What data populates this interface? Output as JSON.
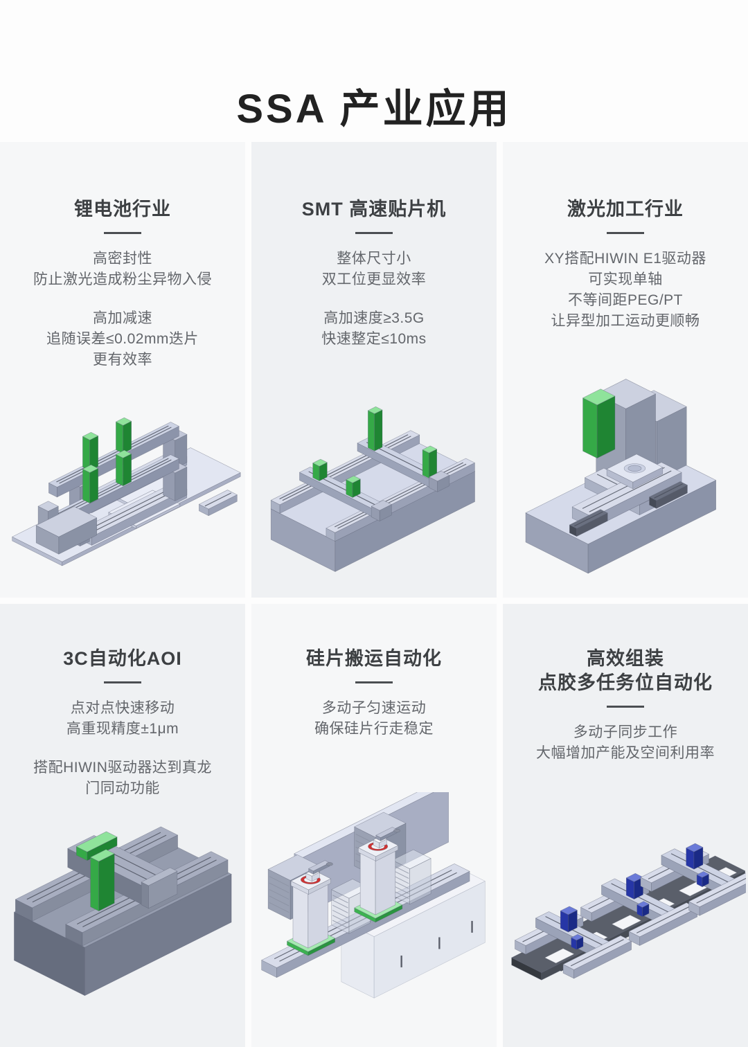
{
  "header": {
    "title": "SSA 产业应用"
  },
  "accents": {
    "machine_highlight_green": "#35a947",
    "machine_highlight_blue": "#2636a6",
    "panel_light": "#f6f7f8",
    "panel_dark": "#eff1f3"
  },
  "panels": [
    {
      "id": "lithium-battery",
      "title": "锂电池行业",
      "lines": [
        "高密封性",
        "防止激光造成粉尘异物入侵",
        "高加减速",
        "追随误差≤0.02mm迭片",
        "更有效率"
      ],
      "image": "dual-gantry-stacking-machine"
    },
    {
      "id": "smt-placement",
      "title": "SMT 高速贴片机",
      "lines": [
        "整体尺寸小",
        "双工位更显效率",
        "高加速度≥3.5G",
        "快速整定≤10ms"
      ],
      "image": "dual-station-placement-platform"
    },
    {
      "id": "laser-processing",
      "title": "激光加工行业",
      "lines": [
        "XY搭配HIWIN E1驱动器",
        "可实现单轴",
        "不等间距PEG/PT",
        "让异型加工运动更顺畅"
      ],
      "image": "laser-xy-stage-machine"
    },
    {
      "id": "aoi-3c",
      "title": "3C自动化AOI",
      "lines": [
        "点对点快速移动",
        "高重现精度±1μm",
        "搭配HIWIN驱动器达到真龙",
        "门同动功能"
      ],
      "image": "gantry-aoi-machine"
    },
    {
      "id": "wafer-transfer",
      "title": "硅片搬运自动化",
      "lines": [
        "多动子匀速运动",
        "确保硅片行走稳定"
      ],
      "image": "wafer-handling-line"
    },
    {
      "id": "dispensing-assembly",
      "title": "高效组装",
      "title2": "点胶多任务位自动化",
      "lines": [
        "多动子同步工作",
        "大幅增加产能及空间利用率"
      ],
      "image": "multi-carrier-conveyor-line"
    }
  ]
}
